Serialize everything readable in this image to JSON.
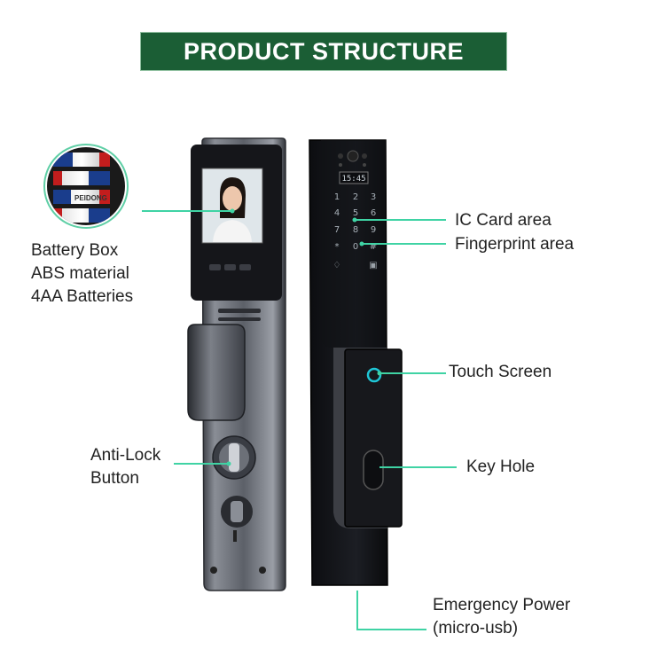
{
  "title": "PRODUCT STRUCTURE",
  "colors": {
    "accent": "#1b5e35",
    "leader": "#3fd3a4"
  },
  "battery_label": [
    "Battery Box",
    "ABS  material",
    "4AA Batteries"
  ],
  "battery_brand": "PEIDONG",
  "screen_time": "15:45",
  "keypad_digits": [
    "1",
    "2",
    "3",
    "4",
    "5",
    "6",
    "7",
    "8",
    "9",
    "*",
    "0",
    "#"
  ],
  "ic_card_label": "IC Card area",
  "fingerprint_label": "Fingerprint area",
  "touch_screen_label": "Touch Screen",
  "key_hole_label": "Key Hole",
  "anti_lock_label": [
    "Anti-Lock",
    "Button"
  ],
  "emergency_label": [
    "Emergency Power",
    "(micro-usb)"
  ]
}
